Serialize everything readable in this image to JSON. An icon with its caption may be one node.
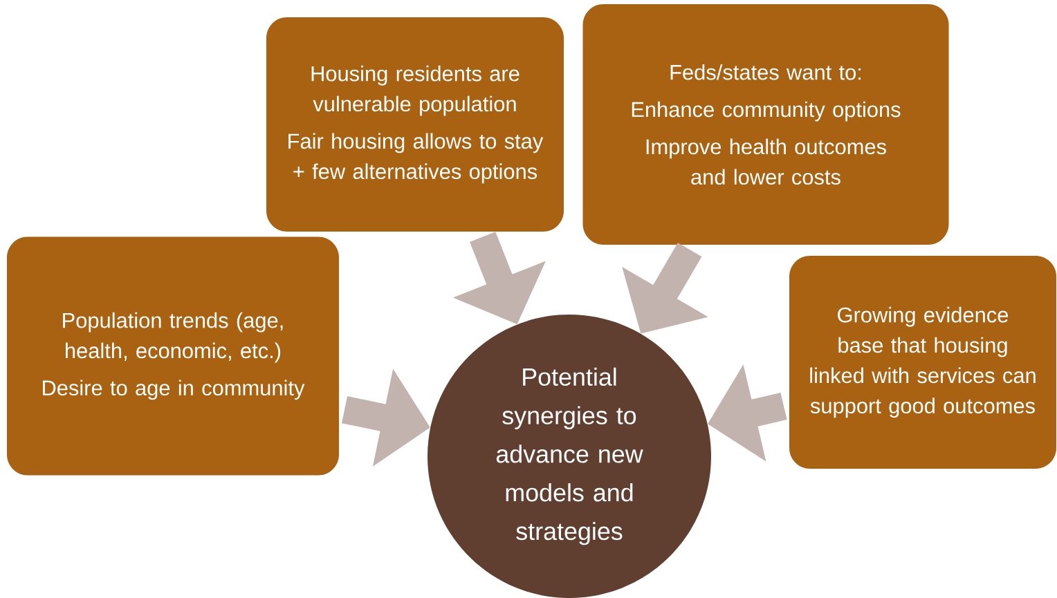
{
  "diagram": {
    "nodes": [
      {
        "text": [
          "Housing residents are vulnerable population",
          "Fair housing allows to stay + few alternatives options"
        ]
      },
      {
        "text": [
          "Feds/states want to:",
          "Enhance community options",
          "Improve health outcomes and lower costs"
        ]
      },
      {
        "text": [
          "Population trends (age, health, economic, etc.)",
          "Desire to age in community"
        ]
      },
      {
        "text": [
          "Growing evidence base that housing linked with services can support good outcomes"
        ]
      },
      {
        "text": [
          "Potential synergies to advance new models and strategies"
        ]
      }
    ],
    "edges": [
      {
        "from": 0,
        "to": 4,
        "arrow": "to"
      },
      {
        "from": 1,
        "to": 4,
        "arrow": "to"
      },
      {
        "from": 2,
        "to": 4,
        "arrow": "to"
      },
      {
        "from": 3,
        "to": 4,
        "arrow": "to"
      }
    ]
  }
}
